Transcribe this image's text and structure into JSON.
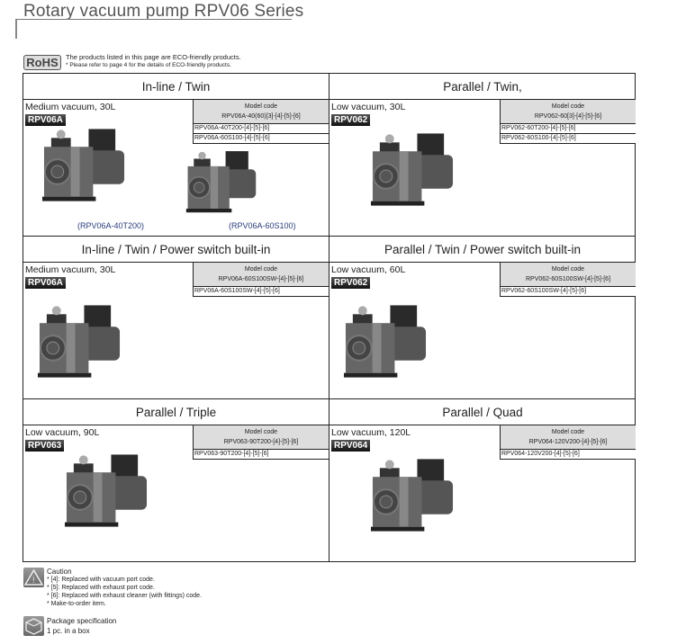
{
  "page_title": "Rotary vacuum pump RPV06 Series",
  "rohs": {
    "logo": "RoHS",
    "line1": "The products listed in this page are ECO-friendly products.",
    "line2": "* Please refer to page 4 for the details of ECO-friendly products."
  },
  "cells": [
    {
      "header": "In-line / Twin",
      "subtitle": "Medium vacuum, 30L",
      "badge": "RPV06A",
      "model_header": "Model code",
      "model_base": "RPV06A-40(60)[3]-[4]-[5]-[6]",
      "rows": [
        "RPV06A-40T200-[4]-[5]-[6]",
        "RPV06A-60S100-[4]-[5]-[6]"
      ],
      "captions": [
        "(RPV06A-40T200)",
        "(RPV06A-60S100)"
      ]
    },
    {
      "header": "Parallel / Twin,",
      "subtitle": "Low vacuum, 30L",
      "badge": "RPV062",
      "model_header": "Model code",
      "model_base": "RPV062-60[3]-[4]-[5]-[6]",
      "rows": [
        "RPV062-60T200-[4]-[5]-[6]",
        "RPV062-60S100-[4]-[5]-[6]"
      ]
    },
    {
      "header": "In-line / Twin / Power switch built-in",
      "subtitle": "Medium vacuum, 30L",
      "badge": "RPV06A",
      "model_header": "Model code",
      "model_base": "RPV06A-60S100SW-[4]-[5]-[6]",
      "rows": [
        "RPV06A-60S100SW-[4]-[5]-[6]"
      ]
    },
    {
      "header": "Parallel / Twin / Power switch built-in",
      "subtitle": "Low vacuum, 60L",
      "badge": "RPV062",
      "model_header": "Model code",
      "model_base": "RPV062-60S100SW-[4]-[5]-[6]",
      "rows": [
        "RPV062-60S100SW-[4]-[5]-[6]"
      ]
    },
    {
      "header": "Parallel / Triple",
      "subtitle": "Low vacuum, 90L",
      "badge": "RPV063",
      "model_header": "Model code",
      "model_base": "RPV063-90T200-[4]-[5]-[6]",
      "rows": [
        "RPV063-90T200-[4]-[5]-[6]"
      ]
    },
    {
      "header": "Parallel / Quad",
      "subtitle": "Low vacuum, 120L",
      "badge": "RPV064",
      "model_header": "Model code",
      "model_base": "RPV064-120V200-[4]-[5]-[6]",
      "rows": [
        "RPV064-120V200-[4]-[5]-[6]"
      ]
    }
  ],
  "caution": {
    "title": "Caution",
    "lines": [
      "* [4]: Replaced with vacuum port code.",
      "* [5]: Replaced with exhaust port code.",
      "* [6]: Replaced with exhaust cleaner (with fittings) code.",
      "* Make-to-order item."
    ]
  },
  "package": {
    "title": "Package specification",
    "text": "1 pc. in a box"
  }
}
